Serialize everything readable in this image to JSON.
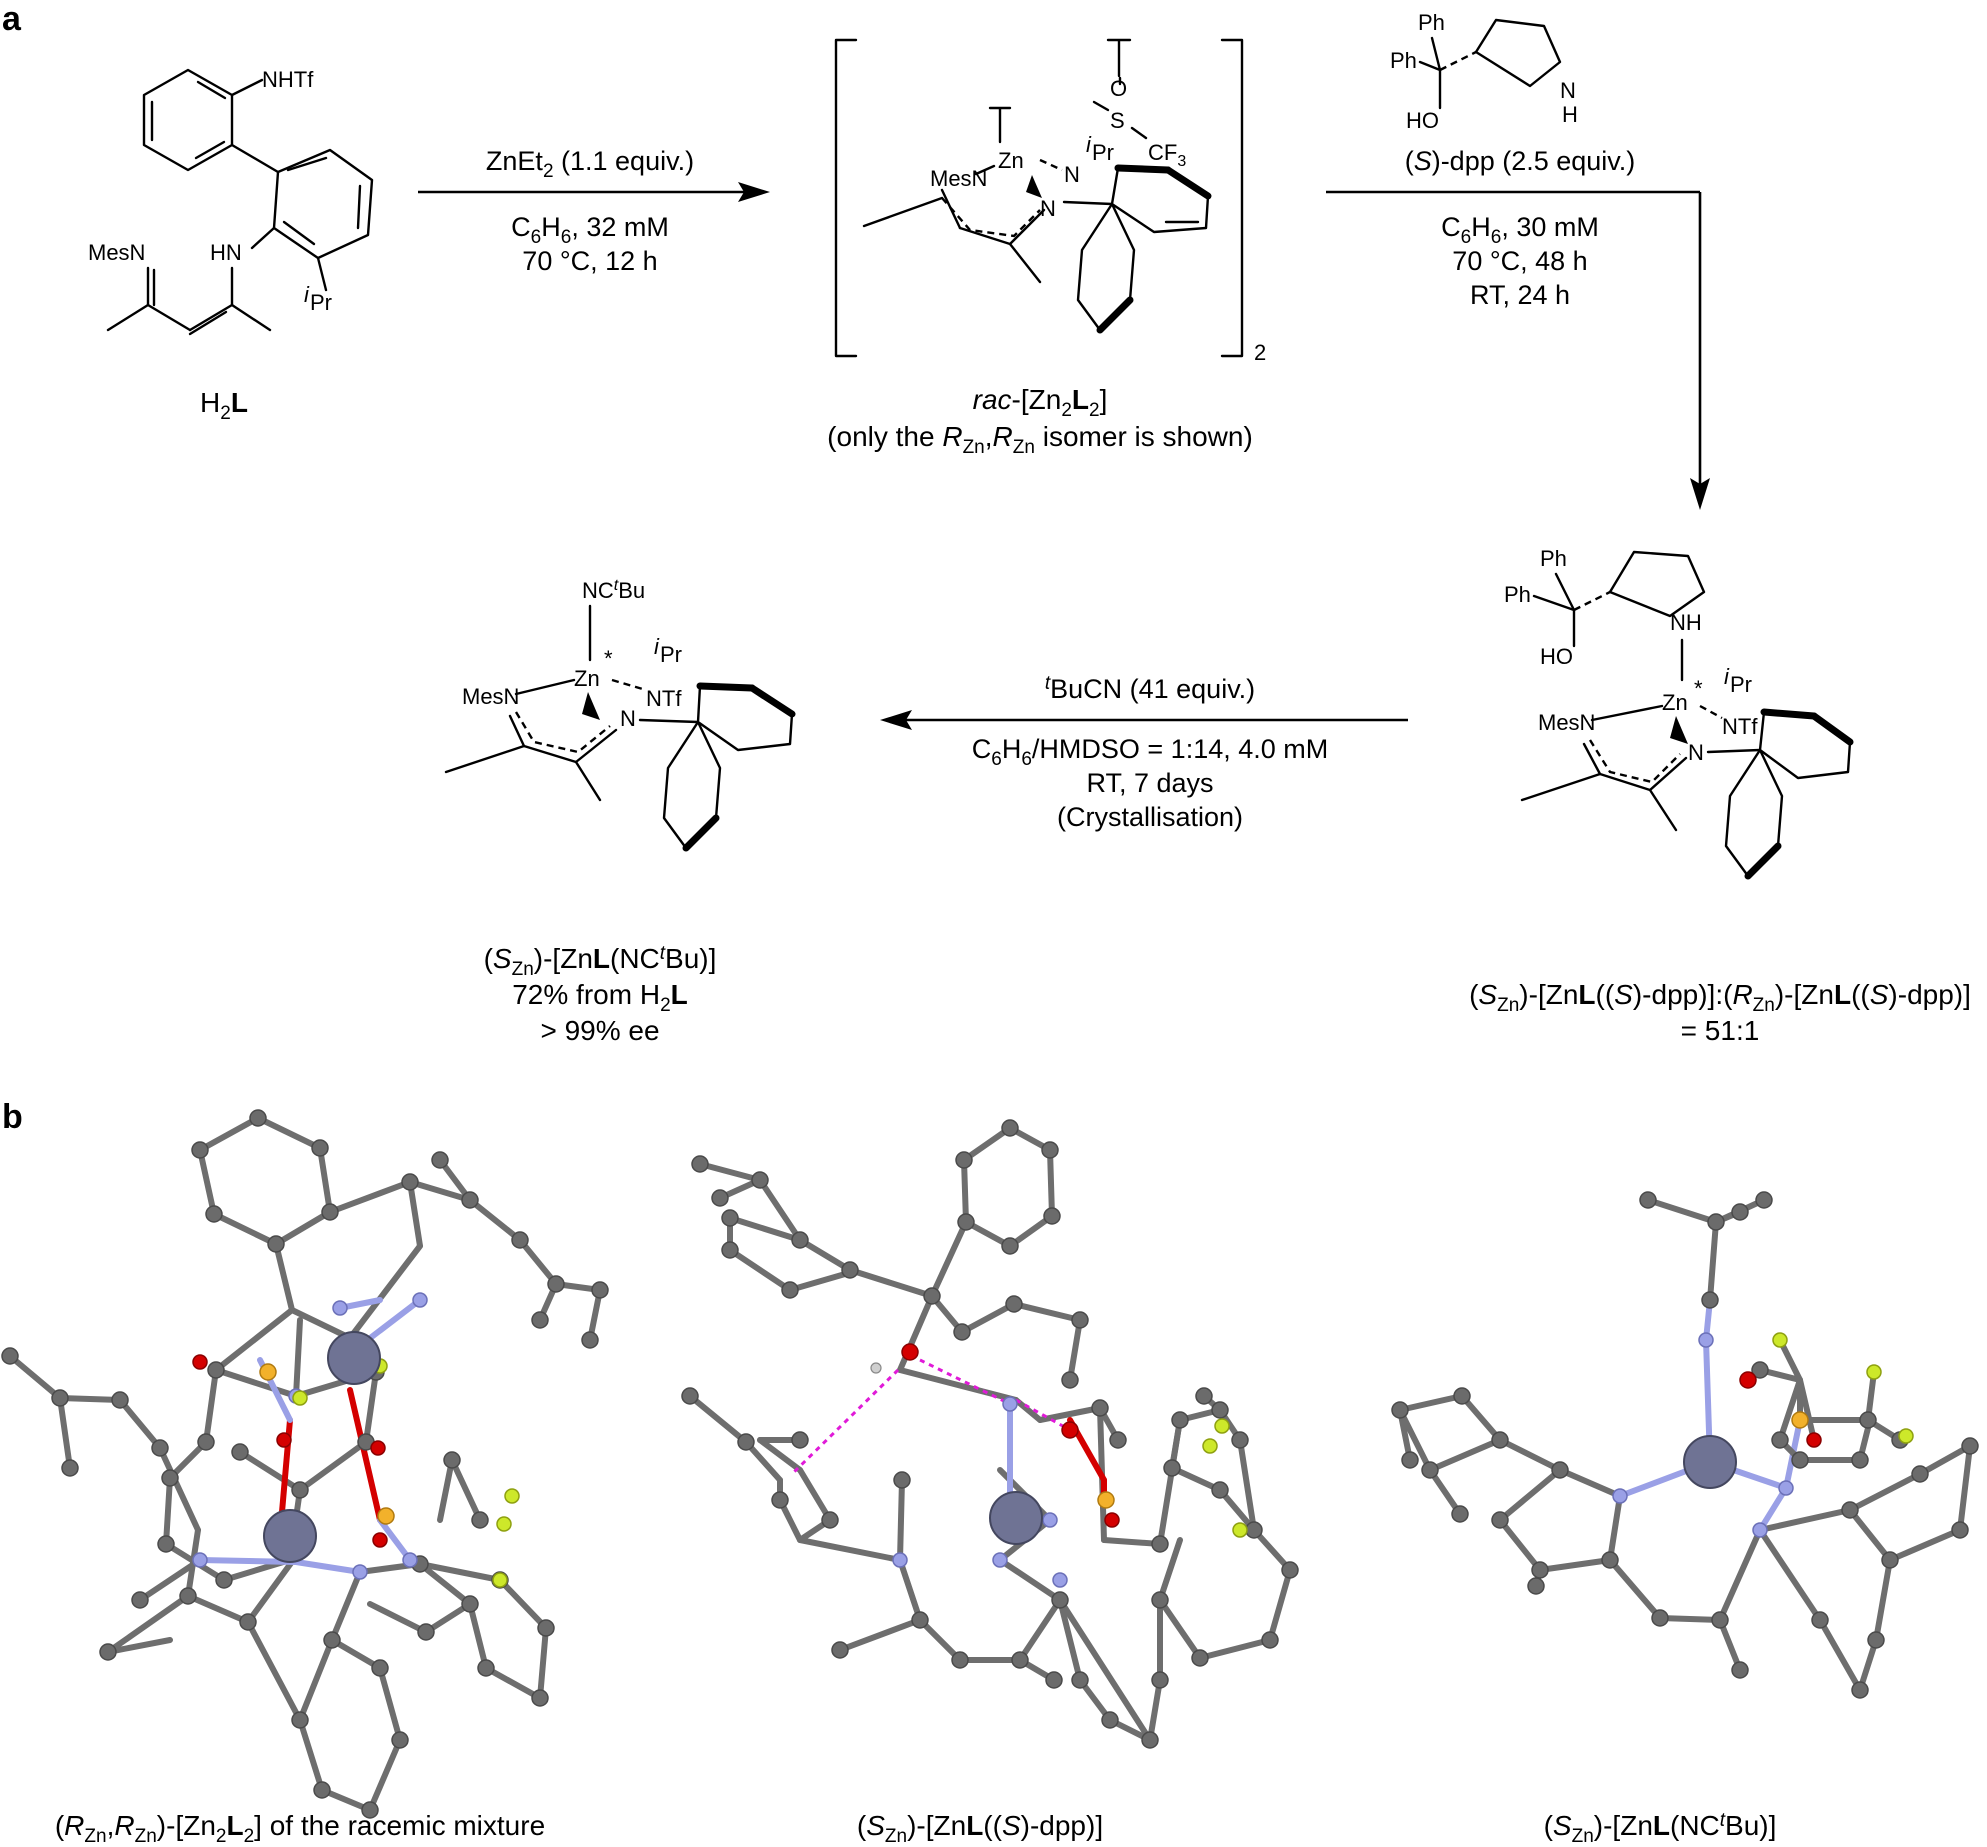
{
  "panels": {
    "a": "a",
    "b": "b"
  },
  "structures": {
    "h2l": {
      "caption_prefix": "H",
      "caption_sub": "2",
      "caption_bold": "L",
      "labels": {
        "nhtf": "NHTf",
        "hn": "HN",
        "mesn": "MesN",
        "ipr_i": "i",
        "ipr": "Pr"
      }
    },
    "dimer": {
      "subscript_2": "2",
      "labels": {
        "zn": "Zn",
        "mesn": "MesN",
        "n1": "N",
        "n2": "N",
        "ipr_i": "i",
        "ipr": "Pr",
        "s": "S",
        "o": "O",
        "cf3": "CF",
        "cf3_sub": "3"
      },
      "caption_line1_italic": "rac",
      "caption_line1_rest": "-[Zn",
      "caption_line1_sub": "2",
      "caption_line1_bold": "L",
      "caption_line1_sub2": "2",
      "caption_line1_end": "]",
      "caption_line2_a": "(only the ",
      "caption_line2_r": "R",
      "caption_line2_zn": "Zn",
      "caption_line2_comma": ",",
      "caption_line2_end": " isomer is shown)"
    },
    "dpp": {
      "ph1": "Ph",
      "ph2": "Ph",
      "ho": "HO",
      "nh_n": "N",
      "nh_h": "H",
      "caption_open": "(",
      "caption_s": "S",
      "caption_rest": ")-dpp (2.5 equiv.)"
    },
    "zn_dpp": {
      "ph1": "Ph",
      "ph2": "Ph",
      "ho": "HO",
      "nh": "NH",
      "zn": "Zn",
      "star": "*",
      "mesn": "MesN",
      "ntf": "NTf",
      "n": "N",
      "ipr_i": "i",
      "ipr": "Pr",
      "caption_line1": "(S_Zn)-[ZnL((S)-dpp)]:(R_Zn)-[ZnL((S)-dpp)]",
      "caption_line2": "= 51:1"
    },
    "zn_nctbu": {
      "nc": "NC",
      "nc_t": "t",
      "nc_bu": "Bu",
      "zn": "Zn",
      "star": "*",
      "mesn": "MesN",
      "ntf": "NTf",
      "n": "N",
      "ipr_i": "i",
      "ipr": "Pr",
      "caption_line1": "(S_Zn)-[ZnL(NC^tBu)]",
      "caption_line2_a": "72% from H",
      "caption_line2_sub": "2",
      "caption_line2_bold": "L",
      "caption_line3": "> 99% ee"
    }
  },
  "arrows": {
    "step1": {
      "above": "ZnEt",
      "above_sub": "2",
      "above_end": " (1.1 equiv.)",
      "below1_a": "C",
      "below1_sub1": "6",
      "below1_b": "H",
      "below1_sub2": "6",
      "below1_c": ", 32 mM",
      "below2": "70 °C, 12 h"
    },
    "step2": {
      "below1_a": "C",
      "below1_sub1": "6",
      "below1_b": "H",
      "below1_sub2": "6",
      "below1_c": ", 30 mM",
      "below2": "70 °C, 48 h",
      "below3": "RT, 24 h"
    },
    "step3": {
      "above_t": "t",
      "above_rest": "BuCN (41 equiv.)",
      "below1_a": "C",
      "below1_sub1": "6",
      "below1_b": "H",
      "below1_sub2": "6",
      "below1_c": "/HMDSO = 1:14, 4.0 mM",
      "below2": "RT, 7 days",
      "below3": "(Crystallisation)"
    }
  },
  "crystal_structures": {
    "left_caption": "(R_Zn,R_Zn)-[Zn2L2] of the racemic mixture",
    "middle_caption": "(S_Zn)-[ZnL((S)-dpp)]",
    "right_caption": "(S_Zn)-[ZnL(NC^tBu)]"
  },
  "colors": {
    "carbon": "#6b6b6b",
    "nitrogen": "#9aa0e6",
    "oxygen": "#d40000",
    "sulfur": "#f2b12b",
    "fluorine": "#cde82a",
    "zinc": "#6f7394",
    "hydrogen_bond": "#e01ad8"
  }
}
